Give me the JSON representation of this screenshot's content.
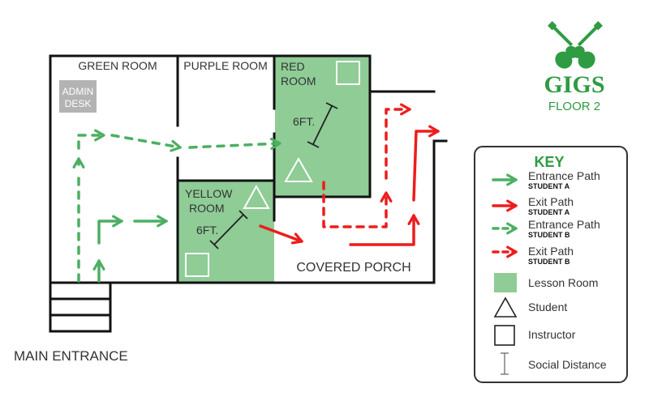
{
  "brand": {
    "name": "GIGS",
    "floor": "FLOOR 2",
    "color": "#2f9b43",
    "icon": "crossed-guitars-icon"
  },
  "colors": {
    "green_path": "#4caf62",
    "red_path": "#ee1c1c",
    "lesson_room": "#8fcc96",
    "walls": "#111111",
    "admin_desk": "#b3b3b3"
  },
  "rooms": {
    "green_room": "GREEN ROOM",
    "purple_room": "PURPLE ROOM",
    "red_room_line1": "RED",
    "red_room_line2": "ROOM",
    "yellow_room_line1": "YELLOW",
    "yellow_room_line2": "ROOM",
    "admin_desk_line1": "ADMIN",
    "admin_desk_line2": "DESK",
    "covered_porch": "COVERED PORCH",
    "main_entrance": "MAIN ENTRANCE"
  },
  "distance_labels": {
    "red_room": "6FT.",
    "yellow_room": "6FT."
  },
  "key": {
    "title": "KEY",
    "items": [
      {
        "icon": "solid-green-arrow-icon",
        "label": "Entrance Path",
        "sub": "STUDENT A"
      },
      {
        "icon": "solid-red-arrow-icon",
        "label": "Exit Path",
        "sub": "STUDENT A"
      },
      {
        "icon": "dashed-green-arrow-icon",
        "label": "Entrance Path",
        "sub": "STUDENT B"
      },
      {
        "icon": "dashed-red-arrow-icon",
        "label": "Exit Path",
        "sub": "STUDENT B"
      },
      {
        "icon": "lesson-room-swatch-icon",
        "label": "Lesson Room"
      },
      {
        "icon": "triangle-student-icon",
        "label": "Student"
      },
      {
        "icon": "square-instructor-icon",
        "label": "Instructor"
      },
      {
        "icon": "social-distance-icon",
        "label": "Social Distance"
      }
    ]
  }
}
